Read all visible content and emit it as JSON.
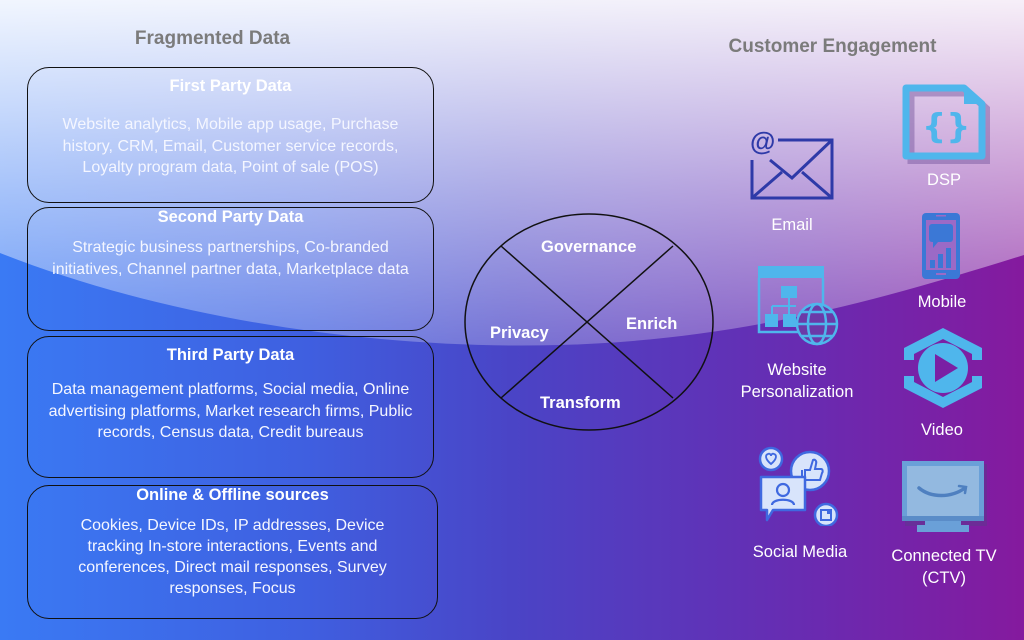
{
  "left": {
    "heading": "Fragmented Data",
    "cards": [
      {
        "title": "First Party Data",
        "body": "Website analytics, Mobile app usage, Purchase history, CRM, Email, Customer service records, Loyalty program data, Point of sale (POS)"
      },
      {
        "title": "Second Party Data",
        "body": "Strategic business partnerships, Co-branded initiatives, Channel partner data, Marketplace data"
      },
      {
        "title": "Third Party Data",
        "body": "Data management platforms, Social media, Online advertising platforms, Market research firms, Public records, Census data, Credit bureaus"
      },
      {
        "title": "Online & Offline sources",
        "body": "Cookies, Device IDs, IP addresses, Device tracking In-store interactions, Events and conferences, Direct mail responses, Survey responses, Focus"
      }
    ]
  },
  "center": {
    "segments": {
      "top": "Governance",
      "left": "Privacy",
      "right": "Enrich",
      "bottom": "Transform"
    }
  },
  "right": {
    "heading": "Customer Engagement",
    "channels": {
      "email": {
        "label": "Email",
        "icon": "email-icon"
      },
      "dsp": {
        "label": "DSP",
        "icon": "code-file-icon"
      },
      "mobile": {
        "label": "Mobile",
        "icon": "mobile-icon"
      },
      "website": {
        "label": "Website Personalization",
        "icon": "website-globe-icon"
      },
      "video": {
        "label": "Video",
        "icon": "video-play-icon"
      },
      "social": {
        "label": "Social Media",
        "icon": "social-media-icon"
      },
      "ctv": {
        "label": "Connected TV (CTV)",
        "icon": "tv-icon"
      }
    }
  },
  "colors": {
    "icon_light_blue": "#4fb6ec",
    "icon_dark_blue": "#2e3aa8",
    "icon_mid_blue": "#3b78d6",
    "heading_gray": "#7b7b7b"
  }
}
